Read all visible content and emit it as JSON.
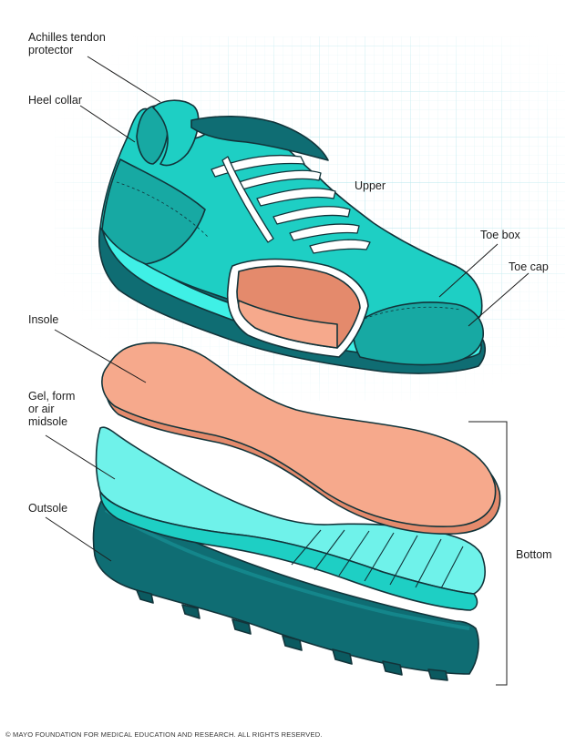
{
  "labels": {
    "achilles": "Achilles tendon\nprotector",
    "heel_collar": "Heel collar",
    "upper": "Upper",
    "toe_box": "Toe box",
    "toe_cap": "Toe cap",
    "insole": "Insole",
    "midsole": "Gel, form\nor air\nmidsole",
    "outsole": "Outsole",
    "bottom": "Bottom"
  },
  "copyright": "© MAYO FOUNDATION FOR MEDICAL EDUCATION AND RESEARCH. ALL RIGHTS RESERVED.",
  "colors": {
    "upper_teal": "#1ecfc4",
    "upper_dark": "#17a9a3",
    "bright_cyan": "#3ff0e6",
    "midsole_light": "#6ff2ea",
    "outsole_dark": "#0f6d73",
    "outsole_mid": "#14868b",
    "insole_peach": "#f6a98c",
    "insole_dark": "#e48a6c",
    "outline": "#12343a",
    "grid": "#bfe9ef"
  }
}
